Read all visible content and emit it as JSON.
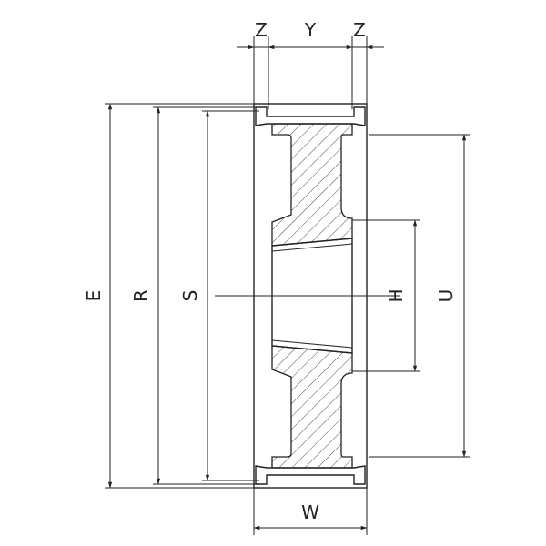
{
  "labels": {
    "z_left": "Z",
    "y": "Y",
    "z_right": "Z",
    "e": "E",
    "r": "R",
    "s": "S",
    "h": "H",
    "u": "U",
    "w": "W"
  },
  "colors": {
    "line": "#222222",
    "background": "#ffffff"
  }
}
